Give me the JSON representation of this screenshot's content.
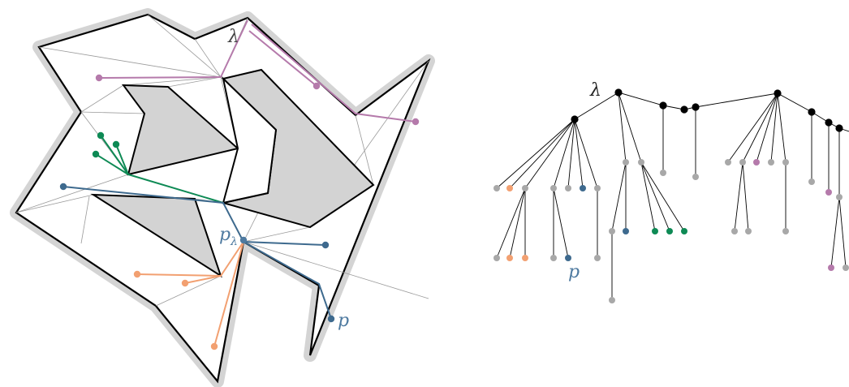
{
  "colors": {
    "outline": "#000000",
    "halo": "#d4d4d4",
    "hole_fill": "#d3d3d3",
    "triangulation": "#999999",
    "tree_edge": "#000000",
    "gray_node": "#a8a8a8",
    "black_node": "#000000",
    "orange": "#f2a071",
    "blue": "#3e6a8e",
    "green": "#0e8a55",
    "purple": "#b57aab",
    "label_blue": "#4e7aa0"
  },
  "left_panel": {
    "label_lambda": "λ",
    "label_p_lambda": "p",
    "label_p_lambda_sub": "λ",
    "label_p": "p"
  },
  "right_panel": {
    "label_lambda": "λ",
    "label_p": "p"
  }
}
